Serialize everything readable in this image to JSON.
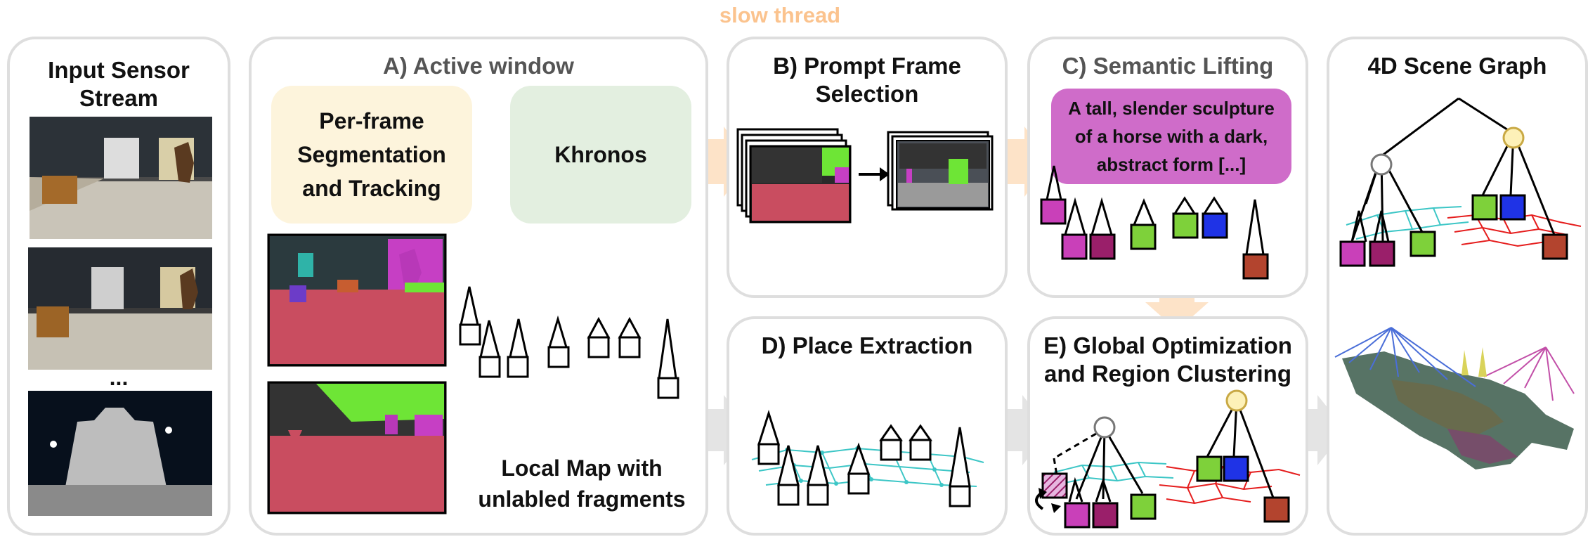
{
  "header": {
    "slow_thread": "slow thread"
  },
  "input": {
    "title_line1": "Input Sensor",
    "title_line2": "Stream",
    "ellipsis": "..."
  },
  "active": {
    "title": "A) Active window",
    "seg_line1": "Per-frame",
    "seg_line2": "Segmentation",
    "seg_line3": "and Tracking",
    "khronos": "Khronos",
    "local_line1": "Local Map with",
    "local_line2": "unlabled fragments"
  },
  "prompt": {
    "title_line1": "B) Prompt Frame",
    "title_line2": "Selection"
  },
  "semantic": {
    "title": "C) Semantic Lifting",
    "caption_line1": "A tall, slender sculpture",
    "caption_line2": "of a horse with a dark,",
    "caption_line3": "abstract form [...]"
  },
  "place": {
    "title": "D) Place Extraction"
  },
  "global": {
    "title_line1": "E) Global Optimization",
    "title_line2": "and Region Clustering"
  },
  "scene": {
    "title": "4D Scene Graph"
  },
  "colors": {
    "magenta": "#c940b9",
    "dark_magenta": "#9a1f6a",
    "green": "#7ed13a",
    "blue": "#1f33e6",
    "rust": "#b3442e",
    "orange_arrow": "#fde3c8",
    "grey_arrow": "#e4e4e4",
    "seg_box": "#fdf4dc",
    "khronos_box": "#e3efe0",
    "caption_box": "#cf6cc9",
    "places": "#3cc6c6",
    "region": "#e51d1d"
  }
}
